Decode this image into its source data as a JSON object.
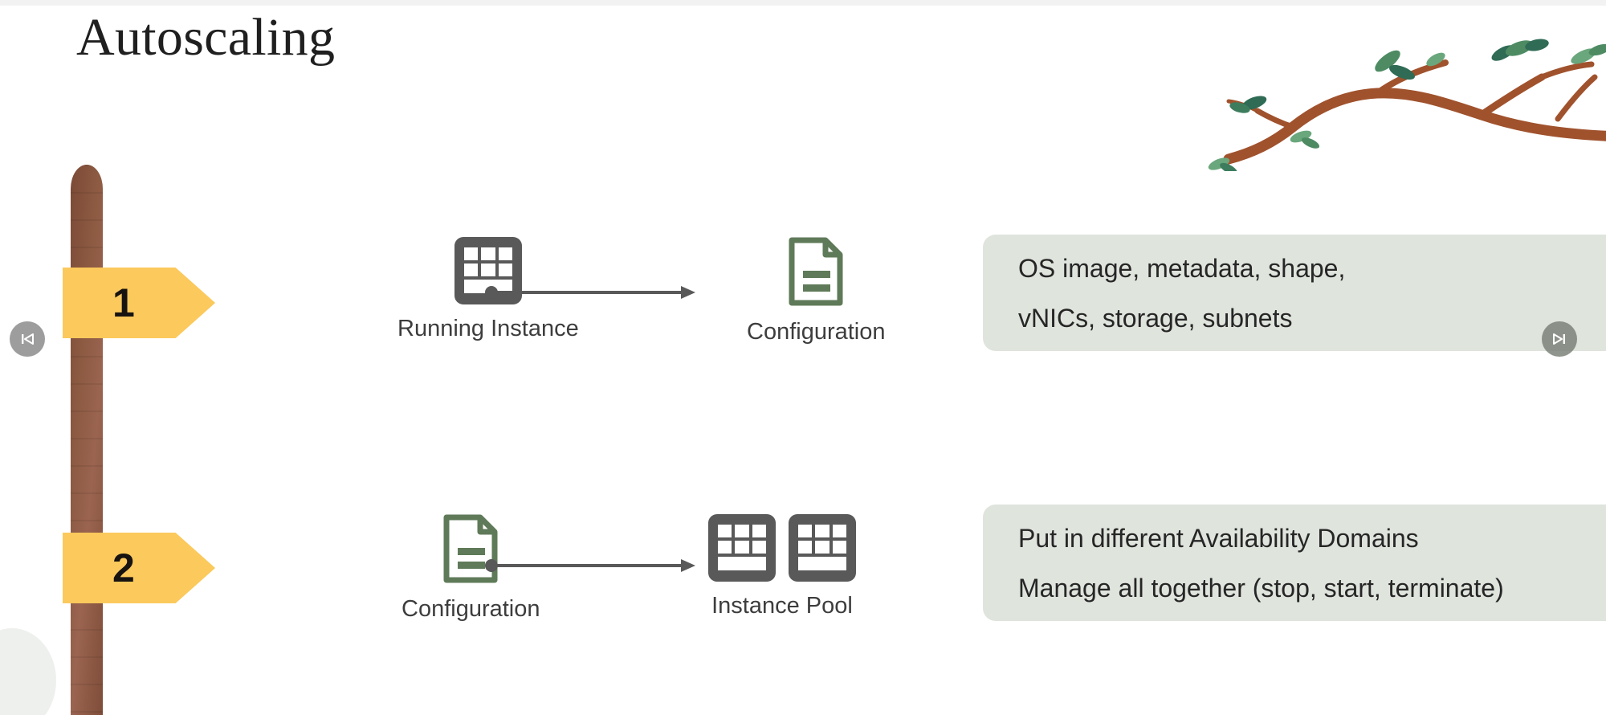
{
  "slide": {
    "title": "Autoscaling",
    "background_color": "#ffffff"
  },
  "theme": {
    "sign_color": "#fbc95c",
    "trunk_color": "#8d5a42",
    "callout_color": "#dfe4dd",
    "instance_icon_color": "#595959",
    "document_icon_color": "#5f7a58",
    "connector_color": "#595959",
    "leaf_color": "#4e8b63",
    "branch_color": "#a0522d"
  },
  "steps": [
    {
      "number": "1",
      "nodes": [
        {
          "label": "Running Instance",
          "icon": "instance-icon",
          "count": 1
        },
        {
          "label": "Configuration",
          "icon": "document-icon",
          "count": 1
        }
      ],
      "callout_lines": [
        "OS image, metadata, shape,",
        "vNICs, storage, subnets"
      ]
    },
    {
      "number": "2",
      "nodes": [
        {
          "label": "Configuration",
          "icon": "document-icon",
          "count": 1
        },
        {
          "label": "Instance Pool",
          "icon": "instance-icon",
          "count": 2
        }
      ],
      "callout_lines": [
        "Put in different Availability Domains",
        "Manage all together (stop, start, terminate)"
      ]
    }
  ],
  "navigation": {
    "prev_icon": "skip-previous-icon",
    "next_icon": "skip-next-icon"
  },
  "decoration": {
    "branch": "tree-branch-illustration",
    "trunk": "tree-trunk-signpost"
  }
}
